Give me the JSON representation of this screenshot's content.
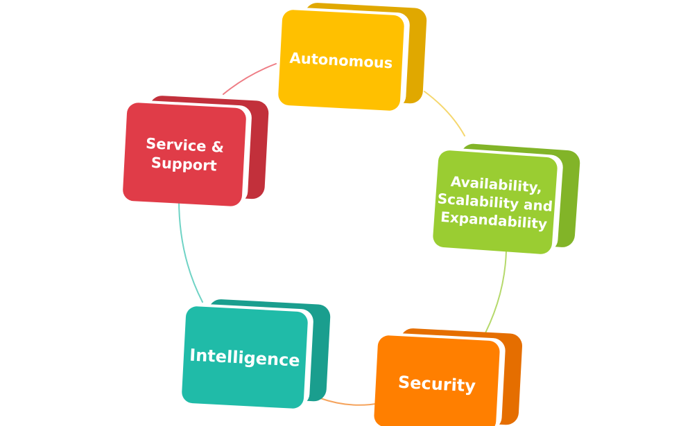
{
  "diagram": {
    "nodes": [
      {
        "id": "autonomous",
        "lines": [
          "Autonomous"
        ],
        "color": "#FFC000",
        "side": "#E0A800"
      },
      {
        "id": "availability",
        "lines": [
          "Availability,",
          "Scalability and",
          "Expandability"
        ],
        "color": "#9ACD32",
        "side": "#82B428"
      },
      {
        "id": "security",
        "lines": [
          "Security"
        ],
        "color": "#FF7F00",
        "side": "#E56E00"
      },
      {
        "id": "intelligence",
        "lines": [
          "Intelligence"
        ],
        "color": "#20BBA8",
        "side": "#1A9E8E"
      },
      {
        "id": "service",
        "lines": [
          "Service &",
          "Support"
        ],
        "color": "#E03C48",
        "side": "#C2303B"
      }
    ],
    "connectors": [
      {
        "from": "autonomous",
        "to": "availability",
        "color": "#F5D76E"
      },
      {
        "from": "availability",
        "to": "security",
        "color": "#B5D96B"
      },
      {
        "from": "security",
        "to": "intelligence",
        "color": "#F5A35C"
      },
      {
        "from": "intelligence",
        "to": "service",
        "color": "#6FD3C5"
      },
      {
        "from": "service",
        "to": "autonomous",
        "color": "#EE7C84"
      }
    ]
  }
}
